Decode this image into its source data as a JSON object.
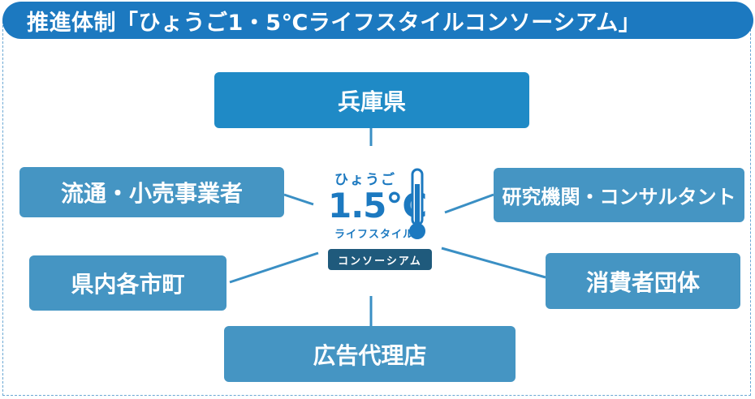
{
  "title": "推進体制「ひょうご1・5℃ライフスタイルコンソーシアム」",
  "nodes": {
    "top": "兵庫県",
    "left_upper": "流通・小売事業者",
    "right_upper": "研究機関・コンサルタント",
    "left_lower": "県内各市町",
    "right_lower": "消費者団体",
    "bottom": "広告代理店"
  },
  "logo": {
    "hiragana": "ひょうご",
    "value": "1.5℃",
    "katakana": "ライフスタイル",
    "band": "コンソーシアム"
  },
  "colors": {
    "title_bar": "#1c79c0",
    "main_node": "#1f8ac6",
    "side_node": "#4595c3",
    "logo_text": "#1c79c0",
    "logo_band": "#1f5a7c"
  }
}
